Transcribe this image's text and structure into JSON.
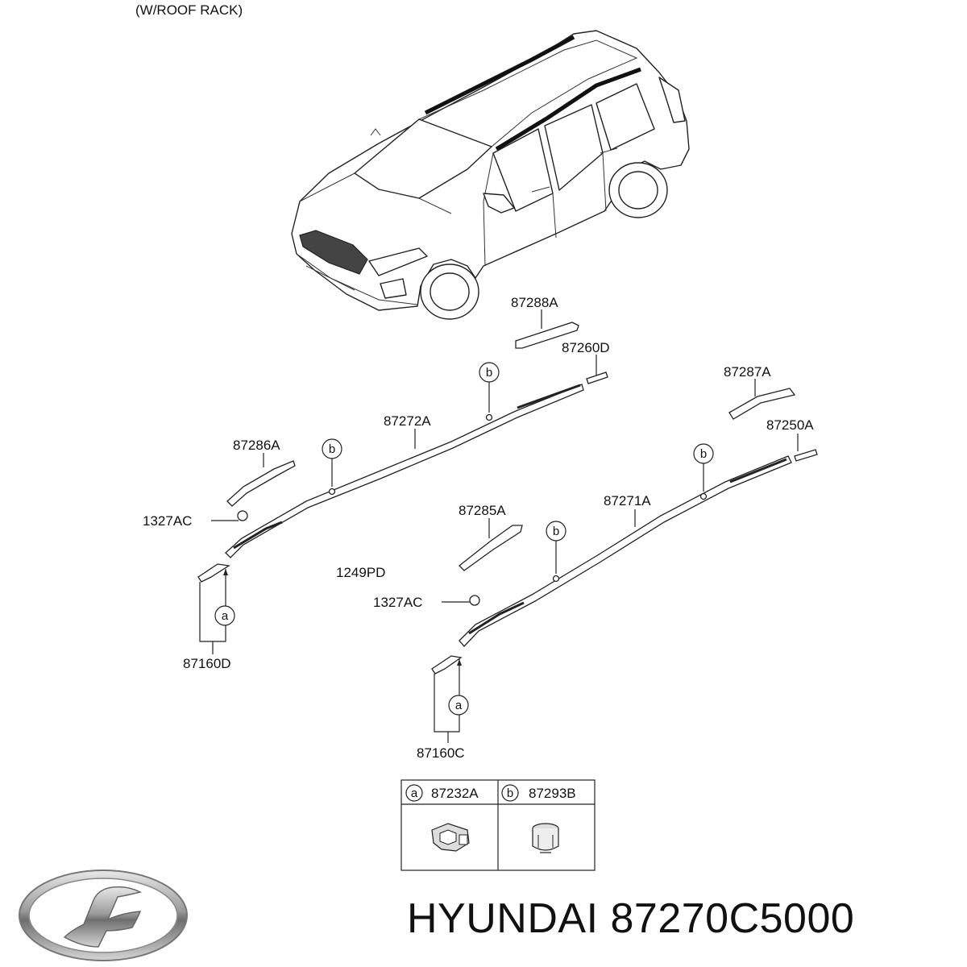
{
  "diagram": {
    "variant_note": "(W/ROOF RACK)",
    "parts": {
      "p87288A": "87288A",
      "p87260D": "87260D",
      "p87287A": "87287A",
      "p87250A": "87250A",
      "p87272A": "87272A",
      "p87286A": "87286A",
      "p1327AC_left": "1327AC",
      "p87271A": "87271A",
      "p87285A": "87285A",
      "p1249PD": "1249PD",
      "p1327AC_right": "1327AC",
      "p87160D": "87160D",
      "p87160C": "87160C"
    },
    "callouts": {
      "a": "a",
      "b": "b"
    },
    "legend": {
      "a_key": "a",
      "a_part": "87232A",
      "b_key": "b",
      "b_part": "87293B"
    }
  },
  "footer": {
    "title": "HYUNDAI 87270C5000",
    "logo_icon": "hyundai-logo-icon"
  }
}
